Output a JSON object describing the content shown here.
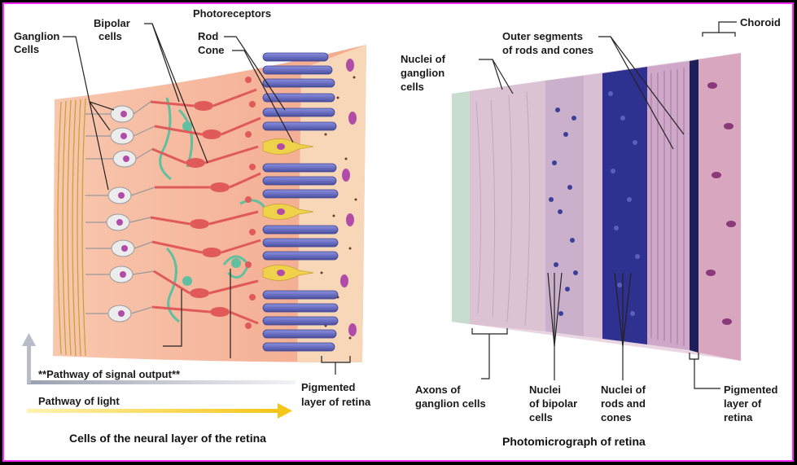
{
  "colors": {
    "frame_border": "#ff2aff",
    "light_arrow": "#f5c518",
    "signal_arrow": "#b8bcc8",
    "rod": "#5a5fb0",
    "cone": "#f0d24a",
    "bipolar": "#e05a5a",
    "ganglion": "#ececec",
    "amacrine": "#5fbf9f",
    "nucleus": "#b04ca8",
    "tissue": "#f4b39a"
  },
  "labels": {
    "ganglion_cells": [
      "Ganglion",
      "Cells"
    ],
    "bipolar_cells": [
      "Bipolar",
      "cells"
    ],
    "photoreceptors": "Photoreceptors",
    "rod": "Rod",
    "cone": "Cone",
    "signal_output": "**Pathway of signal output**",
    "pathway_light": "Pathway of light",
    "pigmented_left": [
      "Pigmented",
      "layer of retina"
    ],
    "caption_left": "Cells of the neural layer of the retina",
    "nuclei_ganglion": [
      "Nuclei of",
      "ganglion",
      "cells"
    ],
    "outer_segments": [
      "Outer segments",
      "of rods and cones"
    ],
    "choroid": "Choroid",
    "axons": [
      "Axons of",
      "ganglion cells"
    ],
    "nuclei_bipolar": [
      "Nuclei",
      "of bipolar",
      "cells"
    ],
    "nuclei_rods": [
      "Nuclei of",
      "rods and",
      "cones"
    ],
    "pigmented_right": [
      "Pigmented",
      "layer of",
      "retina"
    ],
    "caption_right": "Photomicrograph of retina"
  }
}
